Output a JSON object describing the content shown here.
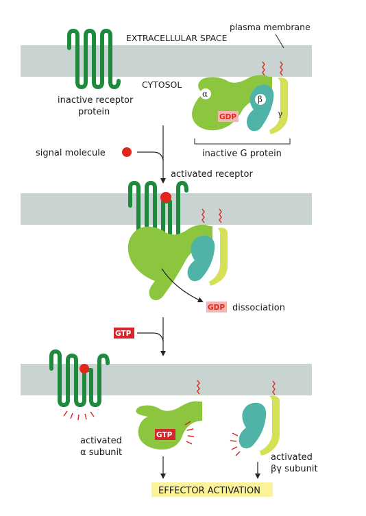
{
  "labels": {
    "plasma_membrane": "plasma membrane",
    "extracellular": "EXTRACELLULAR SPACE",
    "cytosol": "CYTOSOL",
    "inactive_receptor_1": "inactive receptor",
    "inactive_receptor_2": "protein",
    "inactive_g_protein": "inactive G protein",
    "signal_molecule": "signal molecule",
    "activated_receptor": "activated receptor",
    "dissociation": "dissociation",
    "activated_alpha_1": "activated",
    "activated_alpha_2": "α subunit",
    "activated_bg_1": "activated",
    "activated_bg_2": "βγ subunit",
    "effector": "EFFECTOR ACTIVATION"
  },
  "subunits": {
    "alpha": "α",
    "beta": "β",
    "gamma": "γ"
  },
  "tags": {
    "gdp_1": "GDP",
    "gdp_2": "GDP",
    "gtp_1": "GTP",
    "gtp_2": "GTP"
  },
  "colors": {
    "membrane": "#c9d3d1",
    "receptor": "#1e8a3e",
    "alpha": "#8cc63f",
    "beta": "#4fb3a7",
    "gamma": "#d4e157",
    "signal": "#e1261c",
    "gdp_bg": "#f5b5b5",
    "gdp_text": "#e1261c",
    "gtp_bg": "#d7262b",
    "gtp_text": "#ffffff",
    "effector_bg": "#fbf29a",
    "lipid": "#d23a2a"
  }
}
